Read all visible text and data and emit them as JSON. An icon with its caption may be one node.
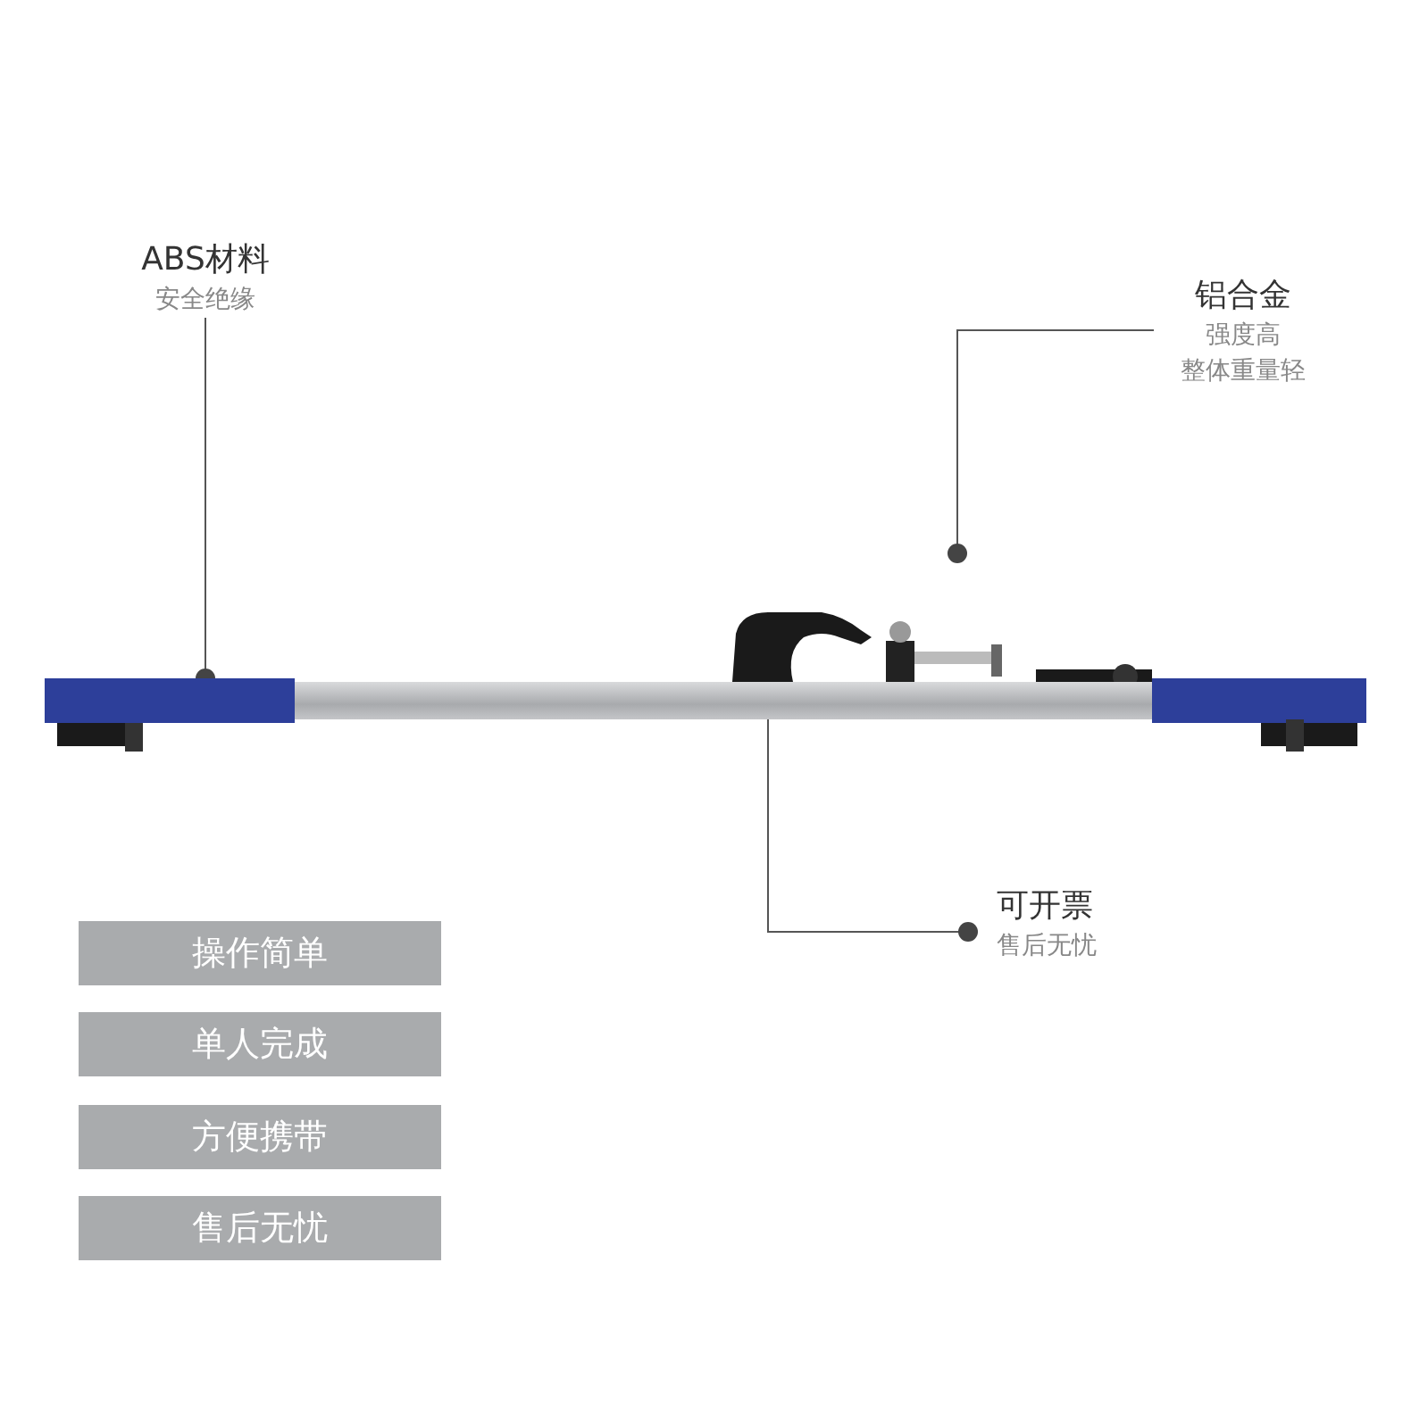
{
  "diagram": {
    "nodes": [
      {
        "text": [
          "ABS材料",
          "安全绝缘"
        ]
      },
      {
        "text": [
          "铝合金",
          "强度高",
          "整体重量轻"
        ]
      },
      {
        "text": [
          "可开票",
          "售后无忧"
        ]
      },
      {
        "text": [],
        "shape": "picture"
      },
      {
        "text": [],
        "shape": "bar",
        "in": 3
      },
      {
        "text": [],
        "shape": "bar",
        "in": 3
      },
      {
        "text": [
          "操作简单"
        ]
      },
      {
        "text": [
          "单人完成"
        ]
      },
      {
        "text": [
          "方便携带"
        ]
      },
      {
        "text": [
          "售后无忧"
        ]
      }
    ],
    "edges": [
      {
        "from": 0,
        "to": 4,
        "arrow": "other"
      },
      {
        "from": 1,
        "to": null,
        "arrow": "other"
      },
      {
        "from": 5,
        "to": 2,
        "arrow": "other"
      }
    ]
  }
}
